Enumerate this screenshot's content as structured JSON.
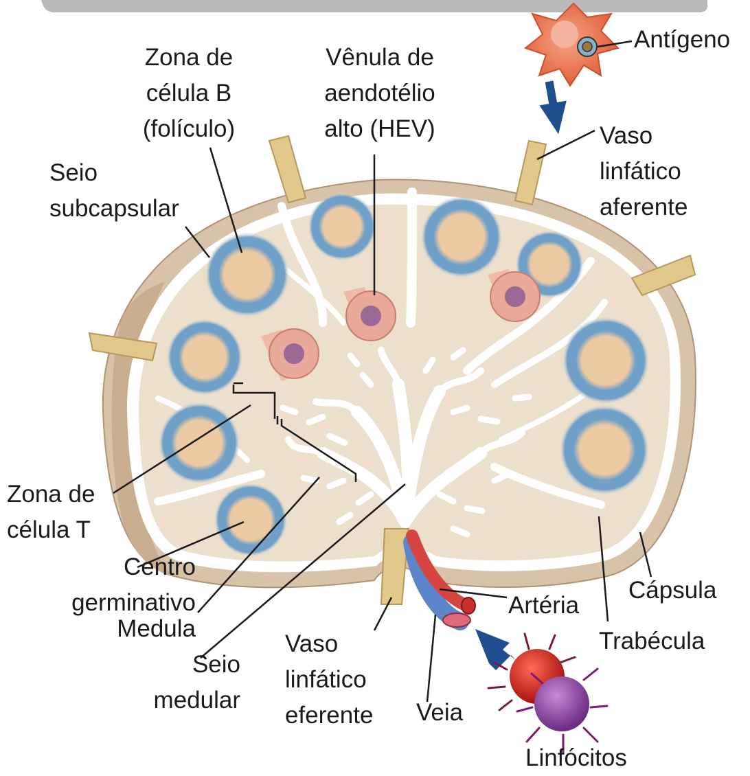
{
  "labels": {
    "zona_celula_b": "Zona de\ncélula B\n(folículo)",
    "venula_hev": "Vênula de\naendotélio\nalto (HEV)",
    "antigeno": "Antígeno",
    "seio_subcapsular": "Seio\nsubcapsular",
    "vaso_aferente": "Vaso\nlinfático\naferente",
    "zona_celula_t": "Zona de\ncélula T",
    "centro_germinativo": "Centro\ngerminativo",
    "medula": "Medula",
    "seio_medular": "Seio\nmedular",
    "vaso_eferente": "Vaso\nlinfático\neferente",
    "veia": "Veia",
    "arteria": "Artéria",
    "capsula": "Cápsula",
    "trabecula": "Trabécula",
    "linfocitos": "Linfócitos"
  },
  "colors": {
    "capsule": "#d9c3a8",
    "capsule_edge": "#b09276",
    "cortex": "#ece0cc",
    "sinus": "#ffffff",
    "follicle_blue": "#6fa0c8",
    "germinal_center": "#ebc9a2",
    "hev_pink": "#e8a89a",
    "lymph_vessel": "#e3c88b",
    "artery": "#d6453f",
    "vein": "#5c86c9",
    "arrow": "#1f4f8f",
    "apc": "#e8704e",
    "lymphocyte_red": "#c9201e",
    "lymphocyte_purple": "#8b3c9e"
  }
}
